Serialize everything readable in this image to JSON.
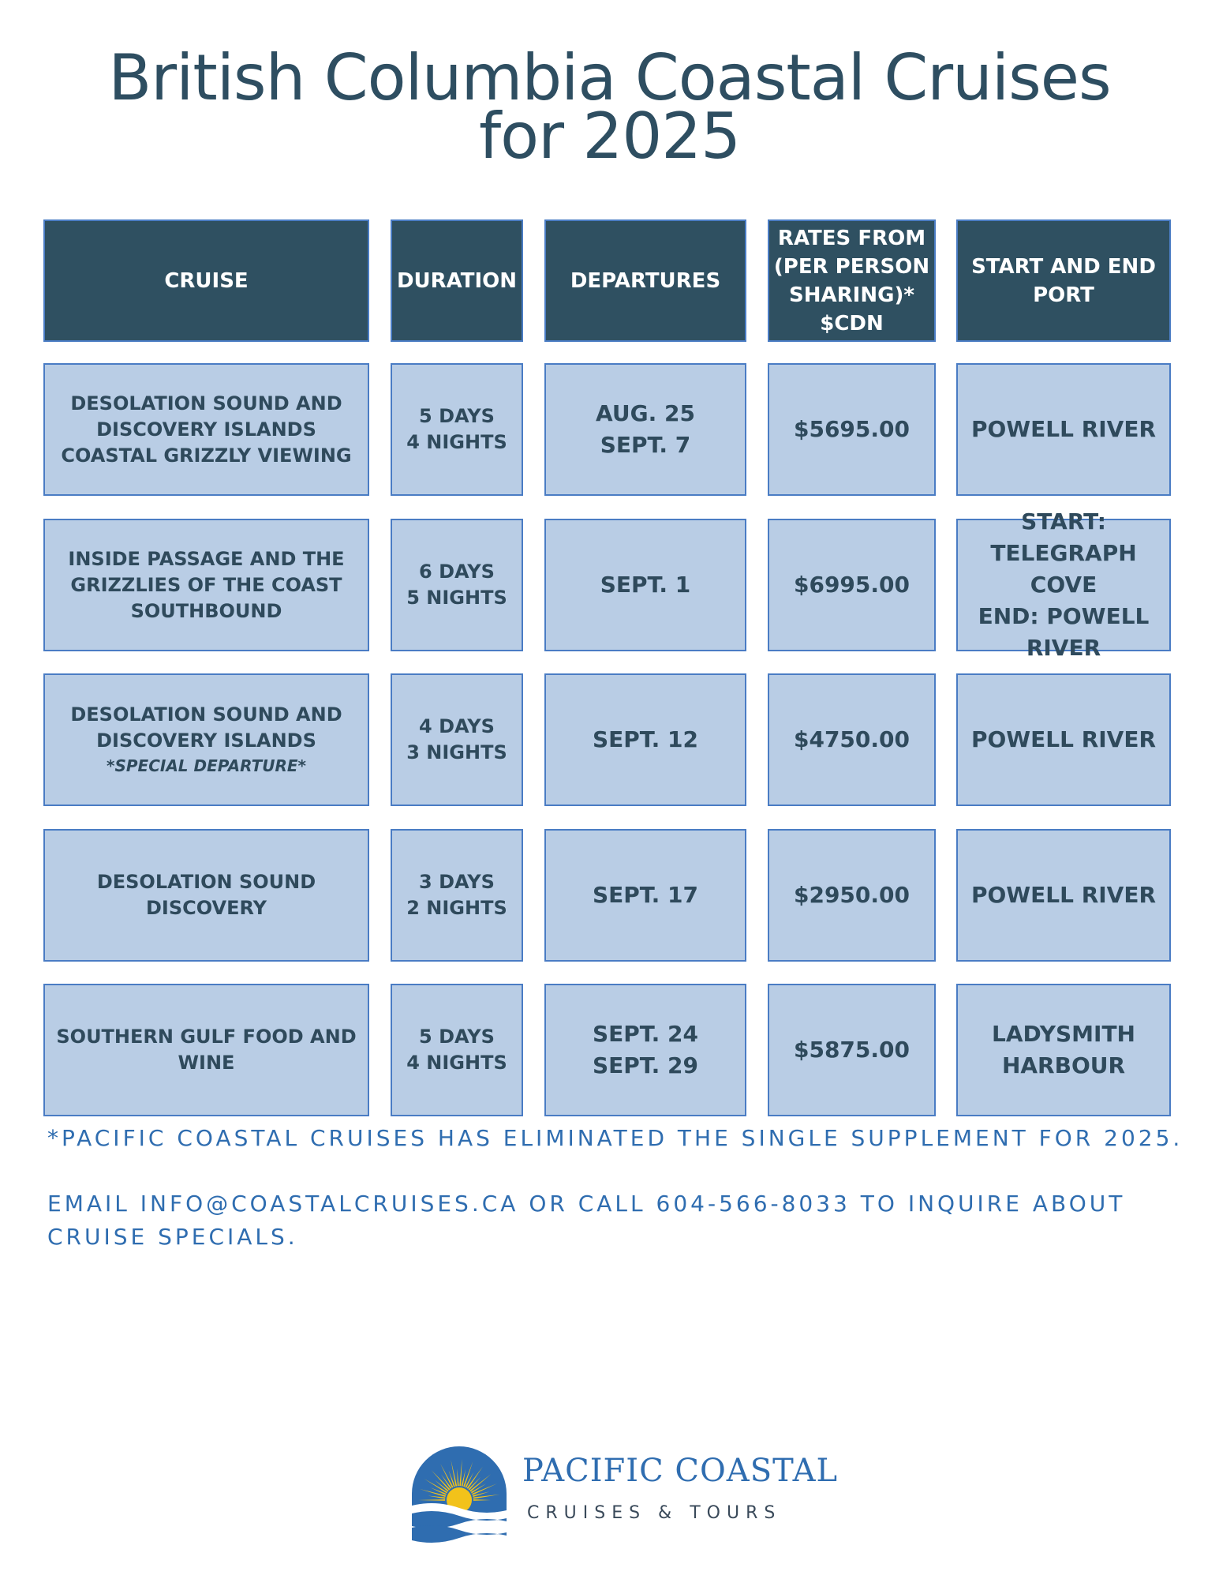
{
  "title": {
    "line1": "British Columbia Coastal Cruises",
    "line2": "for 2025"
  },
  "table": {
    "headers": {
      "cruise": "CRUISE",
      "duration": "DURATION",
      "departures": "DEPARTURES",
      "rates": [
        "RATES FROM",
        "(PER PERSON",
        "SHARING)*",
        "$CDN"
      ],
      "port": [
        "START AND END",
        "PORT"
      ]
    },
    "rows": [
      {
        "cruise": [
          "DESOLATION SOUND AND",
          "DISCOVERY ISLANDS",
          "COASTAL GRIZZLY VIEWING"
        ],
        "cruise_note": "",
        "duration": [
          "5 DAYS",
          "4 NIGHTS"
        ],
        "departures": [
          "AUG. 25",
          "SEPT. 7"
        ],
        "rate": "$5695.00",
        "port": [
          "POWELL RIVER"
        ]
      },
      {
        "cruise": [
          "INSIDE PASSAGE AND THE",
          "GRIZZLIES OF THE COAST",
          "SOUTHBOUND"
        ],
        "cruise_note": "",
        "duration": [
          "6 DAYS",
          "5 NIGHTS"
        ],
        "departures": [
          "SEPT. 1"
        ],
        "rate": "$6995.00",
        "port": [
          "START:",
          "TELEGRAPH COVE",
          "END: POWELL",
          "RIVER"
        ]
      },
      {
        "cruise": [
          "DESOLATION SOUND AND",
          "DISCOVERY ISLANDS"
        ],
        "cruise_note": "*SPECIAL DEPARTURE*",
        "duration": [
          "4 DAYS",
          "3 NIGHTS"
        ],
        "departures": [
          "SEPT. 12"
        ],
        "rate": "$4750.00",
        "port": [
          "POWELL RIVER"
        ]
      },
      {
        "cruise": [
          "DESOLATION SOUND DISCOVERY"
        ],
        "cruise_note": "",
        "duration": [
          "3 DAYS",
          "2 NIGHTS"
        ],
        "departures": [
          "SEPT. 17"
        ],
        "rate": "$2950.00",
        "port": [
          "POWELL RIVER"
        ]
      },
      {
        "cruise": [
          "SOUTHERN GULF FOOD AND",
          "WINE"
        ],
        "cruise_note": "",
        "duration": [
          "5 DAYS",
          "4 NIGHTS"
        ],
        "departures": [
          "SEPT. 24",
          "SEPT. 29"
        ],
        "rate": "$5875.00",
        "port": [
          "LADYSMITH",
          "HARBOUR"
        ]
      }
    ]
  },
  "notes": {
    "supplement": "*PACIFIC COASTAL CRUISES HAS ELIMINATED THE SINGLE SUPPLEMENT FOR 2025.",
    "contact_line1": "EMAIL INFO@COASTALCRUISES.CA OR CALL 604-566-8033 TO INQUIRE ABOUT",
    "contact_line2": "CRUISE SPECIALS."
  },
  "logo": {
    "name": "PACIFIC COASTAL",
    "tagline": "CRUISES & TOURS"
  },
  "colors": {
    "header_bg": "#2f5061",
    "cell_bg": "#b9cde5",
    "border": "#4a7cc4",
    "title": "#2e4e61",
    "note": "#2f6db0"
  }
}
